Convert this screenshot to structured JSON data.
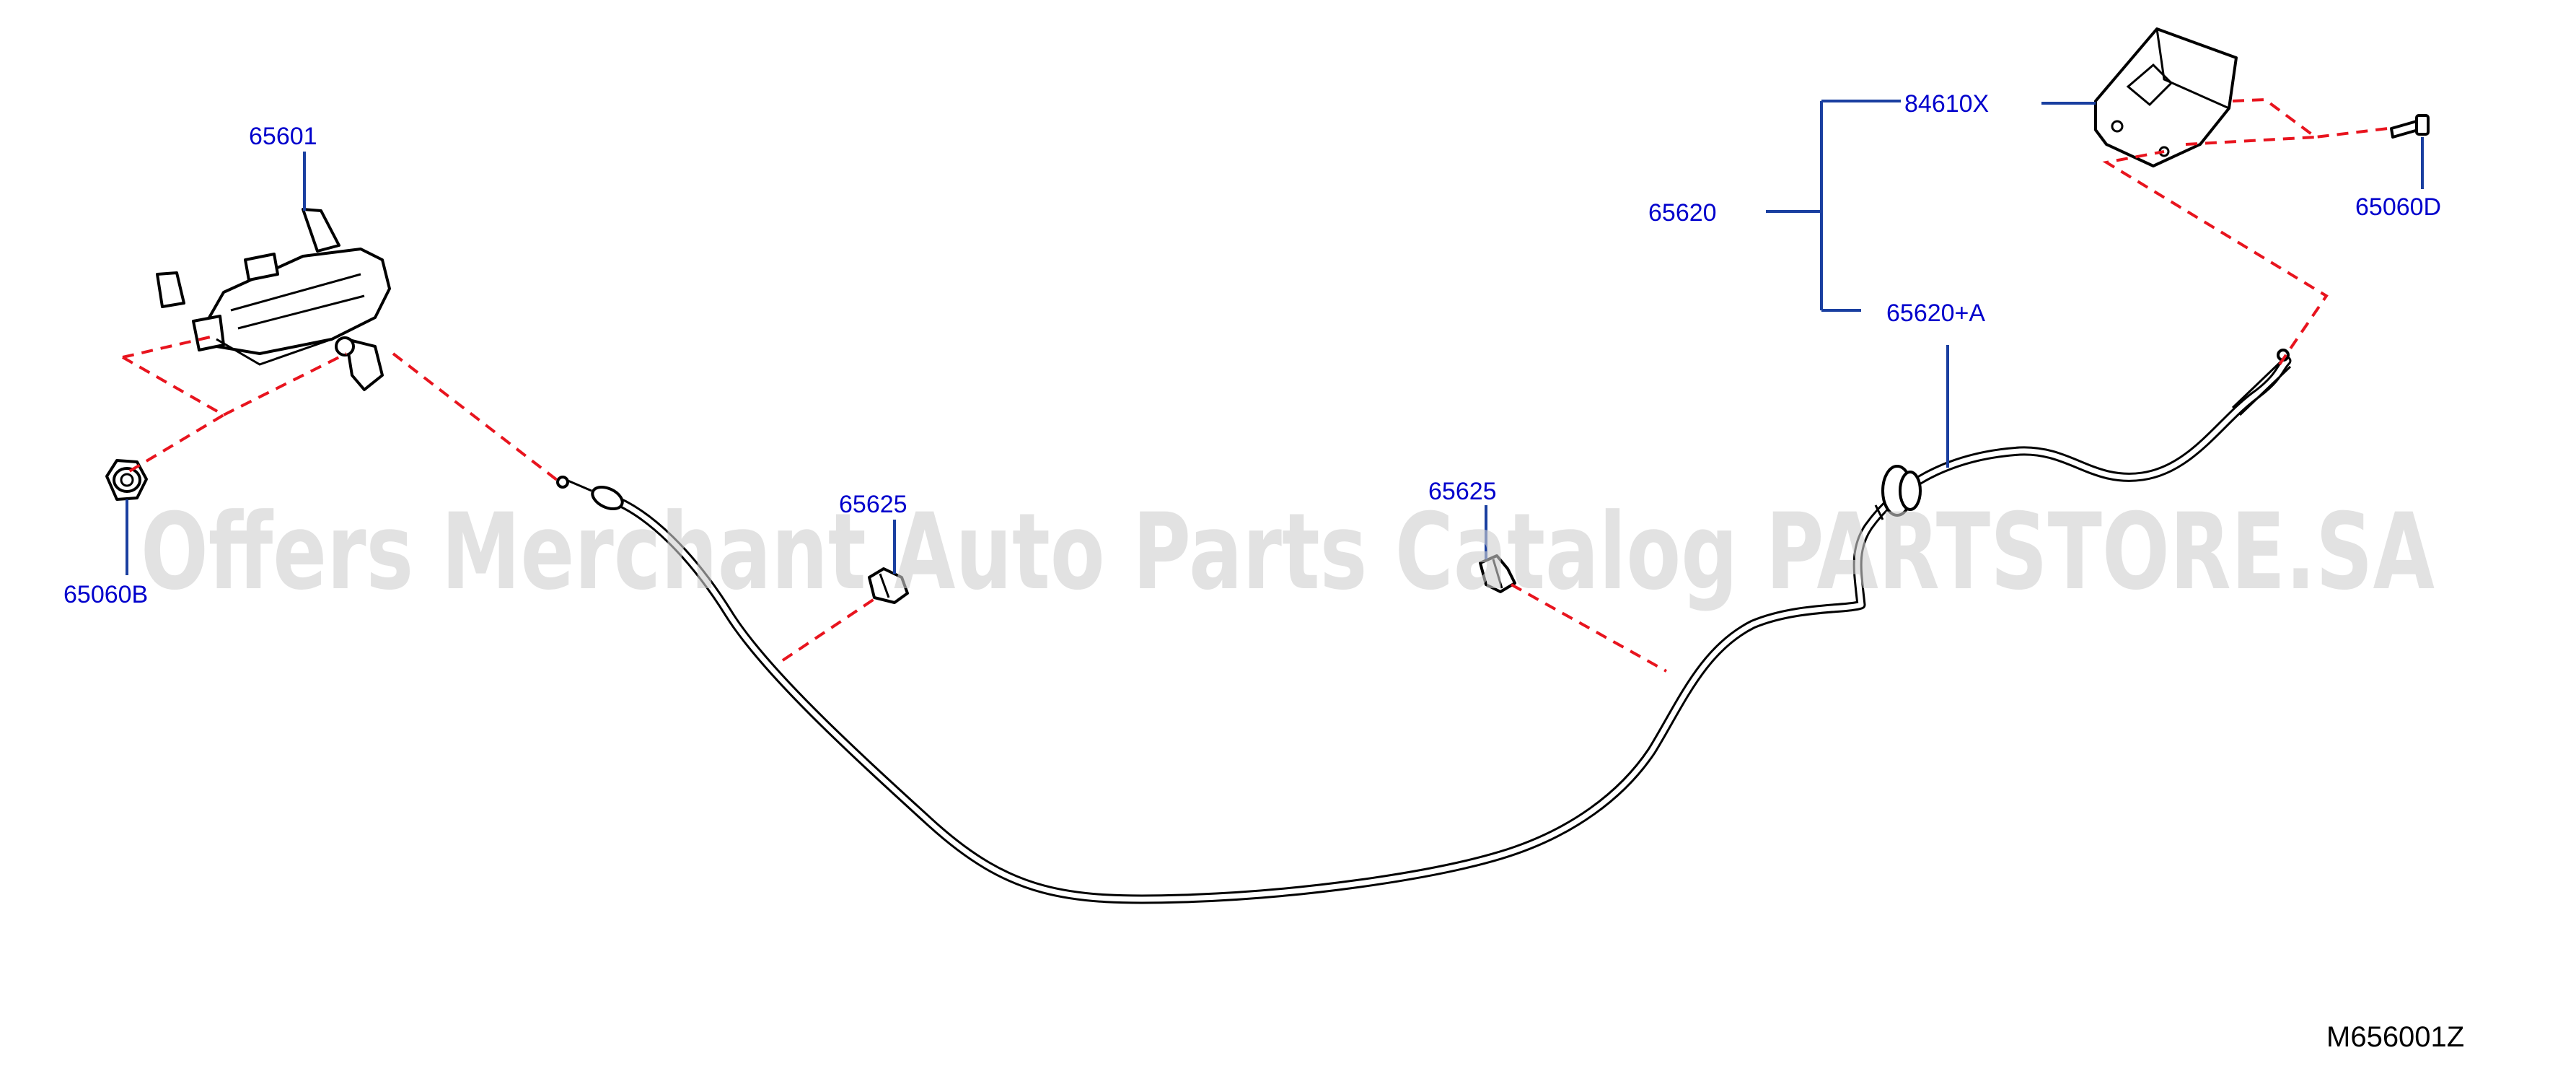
{
  "diagram": {
    "diagram_code": "M656001Z",
    "watermark": "Offers Merchant Auto Parts Catalog PARTSTORE.SA",
    "colors": {
      "label": "#0000cc",
      "leader": "#1a3fa0",
      "dash": "#e8141e",
      "line": "#000000"
    },
    "part_labels": {
      "p65601": "65601",
      "p65060B": "65060B",
      "p65625_left": "65625",
      "p65625_right": "65625",
      "p65620": "65620",
      "p84610X": "84610X",
      "p65620A": "65620+A",
      "p65060D": "65060D"
    }
  }
}
